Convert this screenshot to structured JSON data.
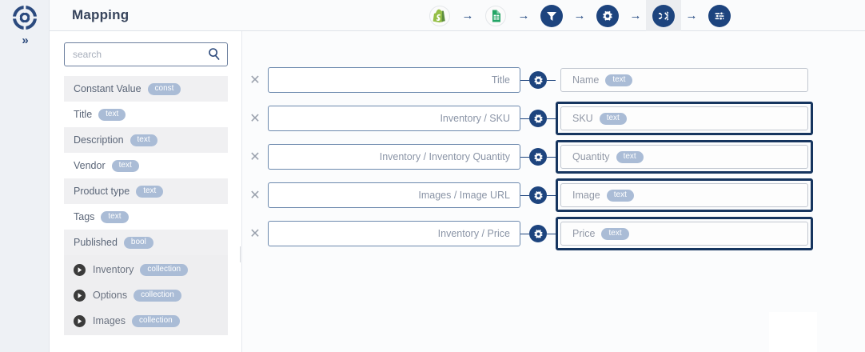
{
  "app": {
    "logo_icon": "circular-segments-logo",
    "expand_rail_label": "»"
  },
  "header": {
    "title": "Mapping",
    "steps": [
      {
        "name": "shopify-source",
        "icon": "shopify-icon",
        "active": false
      },
      {
        "name": "google-sheets",
        "icon": "sheets-icon",
        "active": false
      },
      {
        "name": "filter",
        "icon": "funnel-icon",
        "active": false
      },
      {
        "name": "settings",
        "icon": "gear-icon",
        "active": false
      },
      {
        "name": "mapping",
        "icon": "shuffle-icon",
        "active": true
      },
      {
        "name": "options",
        "icon": "sliders-icon",
        "active": false
      }
    ],
    "arrow": "→"
  },
  "sidebar": {
    "search": {
      "placeholder": "search",
      "value": "",
      "icon": "search-icon"
    },
    "fields": [
      {
        "label": "Constant Value",
        "badge": "const"
      },
      {
        "label": "Title",
        "badge": "text"
      },
      {
        "label": "Description",
        "badge": "text"
      },
      {
        "label": "Vendor",
        "badge": "text"
      },
      {
        "label": "Product type",
        "badge": "text"
      },
      {
        "label": "Tags",
        "badge": "text"
      },
      {
        "label": "Published",
        "badge": "bool"
      }
    ],
    "collections": [
      {
        "label": "Inventory",
        "badge": "collection"
      },
      {
        "label": "Options",
        "badge": "collection"
      },
      {
        "label": "Images",
        "badge": "collection"
      }
    ]
  },
  "mapping": {
    "remove_label": "✕",
    "rows": [
      {
        "source": "Title",
        "target": "Name",
        "target_badge": "text",
        "highlighted": false
      },
      {
        "source": "Inventory / SKU",
        "target": "SKU",
        "target_badge": "text",
        "highlighted": true
      },
      {
        "source": "Inventory / Inventory Quantity",
        "target": "Quantity",
        "target_badge": "text",
        "highlighted": true
      },
      {
        "source": "Images / Image URL",
        "target": "Image",
        "target_badge": "text",
        "highlighted": true
      },
      {
        "source": "Inventory / Price",
        "target": "Price",
        "target_badge": "text",
        "highlighted": true
      }
    ]
  },
  "colors": {
    "navy": "#1d447e",
    "navy_dark": "#16355f",
    "pill": "#aabcd6",
    "shopify_green": "#7ab55c",
    "sheets_green": "#23a566",
    "rail_bg": "#eef1f5",
    "stripe": "#f0f0f2"
  }
}
